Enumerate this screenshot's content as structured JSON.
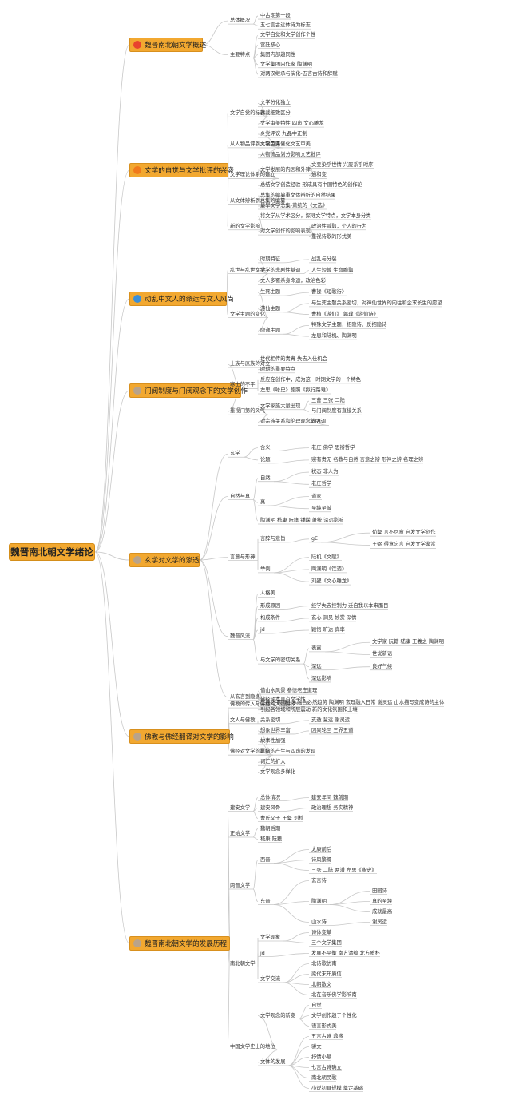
{
  "root": "魏晋南北朝文学绪论",
  "colors": {
    "topic_fill": "#f2a830",
    "line": "#c8c8c8",
    "badge_red": "#e8432e",
    "badge_orange": "#f07a1c",
    "badge_blue": "#3a8fd9",
    "badge_gray": "#b9a38a"
  },
  "topics": [
    {
      "label": "魏晋南北朝文学概述",
      "badge": "1",
      "badge_color": "#e8432e",
      "children": [
        {
          "label": "总体概况",
          "children": [
            {
              "label": "中古期第一段"
            },
            {
              "label": "五七言古近体诗为标志"
            }
          ]
        },
        {
          "label": "主要特点",
          "children": [
            {
              "label": "文学自觉和文学创作个性"
            },
            {
              "label": "宫廷核心"
            },
            {
              "label": "集团内部趋同性"
            },
            {
              "label": "文学集团内作家 陶渊明"
            },
            {
              "label": "对两汉继承与演化-五言古诗和辞赋"
            }
          ]
        }
      ]
    },
    {
      "label": "文学的自觉与文学批评的兴盛",
      "badge": "2",
      "badge_color": "#f07a1c",
      "children": [
        {
          "label": "文学自觉的标志",
          "children": [
            {
              "label": "文学分化独立"
            },
            {
              "label": "体裁细致区分"
            },
            {
              "label": "文学审美特性 四声 文心雕龙"
            }
          ]
        },
        {
          "label": "从人物品评到文学品评",
          "children": [
            {
              "label": "乡党评议 九品中正制"
            },
            {
              "label": "人物审美催化文艺审美"
            },
            {
              "label": "人物流品划分影响文艺批评"
            }
          ]
        },
        {
          "label": "文学理论体系的建立",
          "children": [
            {
              "label": "文学发展的内因和外律",
              "children": [
                {
                  "label": "文变染乎世情 兴废系乎时序"
                },
                {
                  "label": "通和变"
                }
              ]
            },
            {
              "label": "总结文学创造经验 形成具有中国特色的创作论"
            }
          ]
        },
        {
          "label": "从文体辨析到总集的编纂",
          "children": [
            {
              "label": "总集的编纂重文体辨析的自然结果"
            },
            {
              "label": "最早文学总集-萧统的《文选》"
            }
          ]
        },
        {
          "label": "新的文学影响",
          "children": [
            {
              "label": "将文学从学术区分，探寻文学特点，文学本身分类"
            },
            {
              "label": "对文学创作的影响表现",
              "children": [
                {
                  "label": "政治性减弱，个人的行为"
                },
                {
                  "label": "重视诗歌的形式美"
                }
              ]
            }
          ]
        }
      ]
    },
    {
      "label": "动乱中文人的命运与文人风尚",
      "badge": "3",
      "badge_color": "#3a8fd9",
      "children": [
        {
          "label": "乱世与乱世文学",
          "children": [
            {
              "label": "时期特征",
              "children": [
                {
                  "label": "战乱与分裂"
                }
              ]
            },
            {
              "label": "文学的悲剧性基调",
              "children": [
                {
                  "label": "人生短暂 生命脆弱"
                }
              ]
            },
            {
              "label": "文人多罹杀身命运，政治色彩"
            }
          ]
        },
        {
          "label": "文学主题的变化",
          "children": [
            {
              "label": "生死主题",
              "children": [
                {
                  "label": "曹操《短歌行》"
                }
              ]
            },
            {
              "label": "游仙主题",
              "children": [
                {
                  "label": "与生死主题关系密切，对神仙世界的向往和企求长生的愿望"
                },
                {
                  "label": "曹植《游仙》 郭璞《游仙诗》"
                }
              ]
            },
            {
              "label": "隐逸主题",
              "children": [
                {
                  "label": "特殊文学主题，招隐诗、反招隐诗"
                },
                {
                  "label": "左思和陆机、陶渊明"
                }
              ]
            }
          ]
        }
      ]
    },
    {
      "label": "门阀制度与门阀观念下的文学创作",
      "badge": "4",
      "badge_color": "#b9a38a",
      "children": [
        {
          "label": "士族与庶族的对立",
          "children": [
            {
              "label": "世代相传的贵胄 失去入仕机会"
            },
            {
              "label": "时期的重要特点"
            }
          ]
        },
        {
          "label": "寒士的不平",
          "children": [
            {
              "label": "反应在创作中，成为这一时期文学的一个特色"
            },
            {
              "label": "左思《咏史》鲍照《拟行路难》"
            }
          ]
        },
        {
          "label": "重视门第的风气",
          "children": [
            {
              "label": "文学家族大量出现",
              "children": [
                {
                  "label": "三曹 三张 二陆"
                },
                {
                  "label": "与门阀制度有直接关系"
                }
              ]
            },
            {
              "label": "对宗族关系和伦理观念的强调",
              "children": [
                {
                  "label": "四言"
                }
              ]
            }
          ]
        }
      ]
    },
    {
      "label": "玄学对文学的渗透",
      "badge": "5",
      "badge_color": "#b9a38a",
      "children": [
        {
          "label": "玄学",
          "children": [
            {
              "label": "含义",
              "children": [
                {
                  "label": "老庄 佛学 思辨哲学"
                }
              ]
            },
            {
              "label": "论题",
              "children": [
                {
                  "label": "宗有贵无 名教与自然 言意之辨 形神之辨 名理之辨"
                }
              ]
            }
          ]
        },
        {
          "label": "自然与真",
          "children": [
            {
              "label": "自然",
              "children": [
                {
                  "label": "状态 非人为"
                },
                {
                  "label": "老庄哲学"
                }
              ]
            },
            {
              "label": "真",
              "children": [
                {
                  "label": "道家"
                },
                {
                  "label": "至純至誠"
                }
              ]
            },
            {
              "label": "陶渊明 嵇康 阮籍 锺嵘 萧统 深远影响"
            }
          ]
        },
        {
          "label": "言意与形神",
          "children": [
            {
              "label": "言辞与意旨",
              "children": [
                {
                  "label": "gE",
                  "children": [
                    {
                      "label": "荀粲 言不尽意 启发文学创作"
                    },
                    {
                      "label": "王弼 得意忘言 启发文学鉴赏"
                    }
                  ]
                }
              ]
            },
            {
              "label": "举例",
              "children": [
                {
                  "label": "陆机《文赋》"
                },
                {
                  "label": "陶渊明《饮酒》"
                },
                {
                  "label": "刘勰《文心雕龙》"
                }
              ]
            }
          ]
        },
        {
          "label": "魏晋风流",
          "children": [
            {
              "label": "人格美"
            },
            {
              "label": "形成原因",
              "children": [
                {
                  "label": "经学失去控制力 迁自我以本来面目"
                }
              ]
            },
            {
              "label": "构成条件",
              "children": [
                {
                  "label": "玄心 洞见 妙赏 深情"
                }
              ]
            },
            {
              "label": "jd",
              "children": [
                {
                  "label": "颖悟 旷达 真率"
                }
              ]
            },
            {
              "label": "与文学的密切关系",
              "children": [
                {
                  "label": "表露",
                  "children": [
                    {
                      "label": "文学家 阮籍 嵇康 王羲之 陶渊明"
                    },
                    {
                      "label": "世说新语"
                    }
                  ]
                },
                {
                  "label": "深远",
                  "children": [
                    {
                      "label": "良好气候"
                    }
                  ]
                },
                {
                  "label": "深远影响"
                }
              ]
            }
          ]
        },
        {
          "label": "从玄言到隐逸",
          "children": [
            {
              "label": "借山水风景 参悟老庄道理"
            },
            {
              "label": "王羲之 玄理山水融合必然趋势 陶渊明 玄理融入日常 谢灵运 山水描写变成诗的主体"
            }
          ]
        }
      ]
    },
    {
      "label": "佛教与佛经翻译对文学的影响",
      "badge": "6",
      "badge_color": "#b9a38a",
      "children": [
        {
          "label": "佛教的传入与佛经的大量翻译",
          "children": [
            {
              "label": "佛经译本具有文学性"
            },
            {
              "label": "引起各领域和所层震动 新的文化氛围和土壤"
            }
          ]
        },
        {
          "label": "文人与佛教",
          "children": [
            {
              "label": "关系密切",
              "children": [
                {
                  "label": "支遁 慧远 谢灵运"
                }
              ]
            }
          ]
        },
        {
          "label": "佛经对文学的影响",
          "children": [
            {
              "label": "想象世界丰富",
              "children": [
                {
                  "label": "因果轮回 三界五道"
                }
              ]
            },
            {
              "label": "故事性加强"
            },
            {
              "label": "反切的产生与四声的发现"
            },
            {
              "label": "词汇的扩大"
            },
            {
              "label": "文学观念多样化"
            }
          ]
        }
      ]
    },
    {
      "label": "魏晋南北朝文学的发展历程",
      "badge": "7",
      "badge_color": "#b9a38a",
      "children": [
        {
          "label": "建安文学",
          "children": [
            {
              "label": "总体情况",
              "children": [
                {
                  "label": "建安年间 魏前期"
                }
              ]
            },
            {
              "label": "建安风骨",
              "children": [
                {
                  "label": "政治理想 务实精神"
                }
              ]
            },
            {
              "label": "曹氏父子 王粲 刘桢"
            }
          ]
        },
        {
          "label": "正始文学",
          "children": [
            {
              "label": "魏朝后期"
            },
            {
              "label": "嵇康 阮籍"
            }
          ]
        },
        {
          "label": "两晋文学",
          "children": [
            {
              "label": "西晋",
              "children": [
                {
                  "label": "太康前后"
                },
                {
                  "label": "诗风繁缛"
                },
                {
                  "label": "三张 二陆 两潘 左思《咏史》"
                }
              ]
            },
            {
              "label": "东晋",
              "children": [
                {
                  "label": "玄言诗"
                },
                {
                  "label": "陶渊明",
                  "children": [
                    {
                      "label": "田园诗"
                    },
                    {
                      "label": "真的至境"
                    },
                    {
                      "label": "成就最高"
                    }
                  ]
                },
                {
                  "label": "山水诗",
                  "children": [
                    {
                      "label": "谢灵运"
                    }
                  ]
                }
              ]
            }
          ]
        },
        {
          "label": "南北朝文学",
          "children": [
            {
              "label": "文学现象",
              "children": [
                {
                  "label": "诗体变革"
                },
                {
                  "label": "三个文学集团"
                }
              ]
            },
            {
              "label": "jd",
              "children": [
                {
                  "label": "发展不平衡 南方清绮 北方质朴"
                }
              ]
            },
            {
              "label": "文学交流",
              "children": [
                {
                  "label": "北诗歌仿南"
                },
                {
                  "label": "梁代末年庾信"
                },
                {
                  "label": "北朝散文"
                },
                {
                  "label": "北在音乐佛学影响南"
                }
              ]
            }
          ]
        },
        {
          "label": "中国文学史上的地位",
          "children": [
            {
              "label": "文学观念的新变",
              "children": [
                {
                  "label": "自觉"
                },
                {
                  "label": "文学创作趋于个性化"
                },
                {
                  "label": "语言形式美"
                }
              ]
            },
            {
              "label": "文体的发展",
              "children": [
                {
                  "label": "五言古诗 鼎盛"
                },
                {
                  "label": "骈文"
                },
                {
                  "label": "抒情小赋"
                },
                {
                  "label": "七言古诗确立"
                },
                {
                  "label": "南北朝民歌"
                },
                {
                  "label": "小说初具规模 奠定基础"
                }
              ]
            }
          ]
        }
      ]
    }
  ]
}
